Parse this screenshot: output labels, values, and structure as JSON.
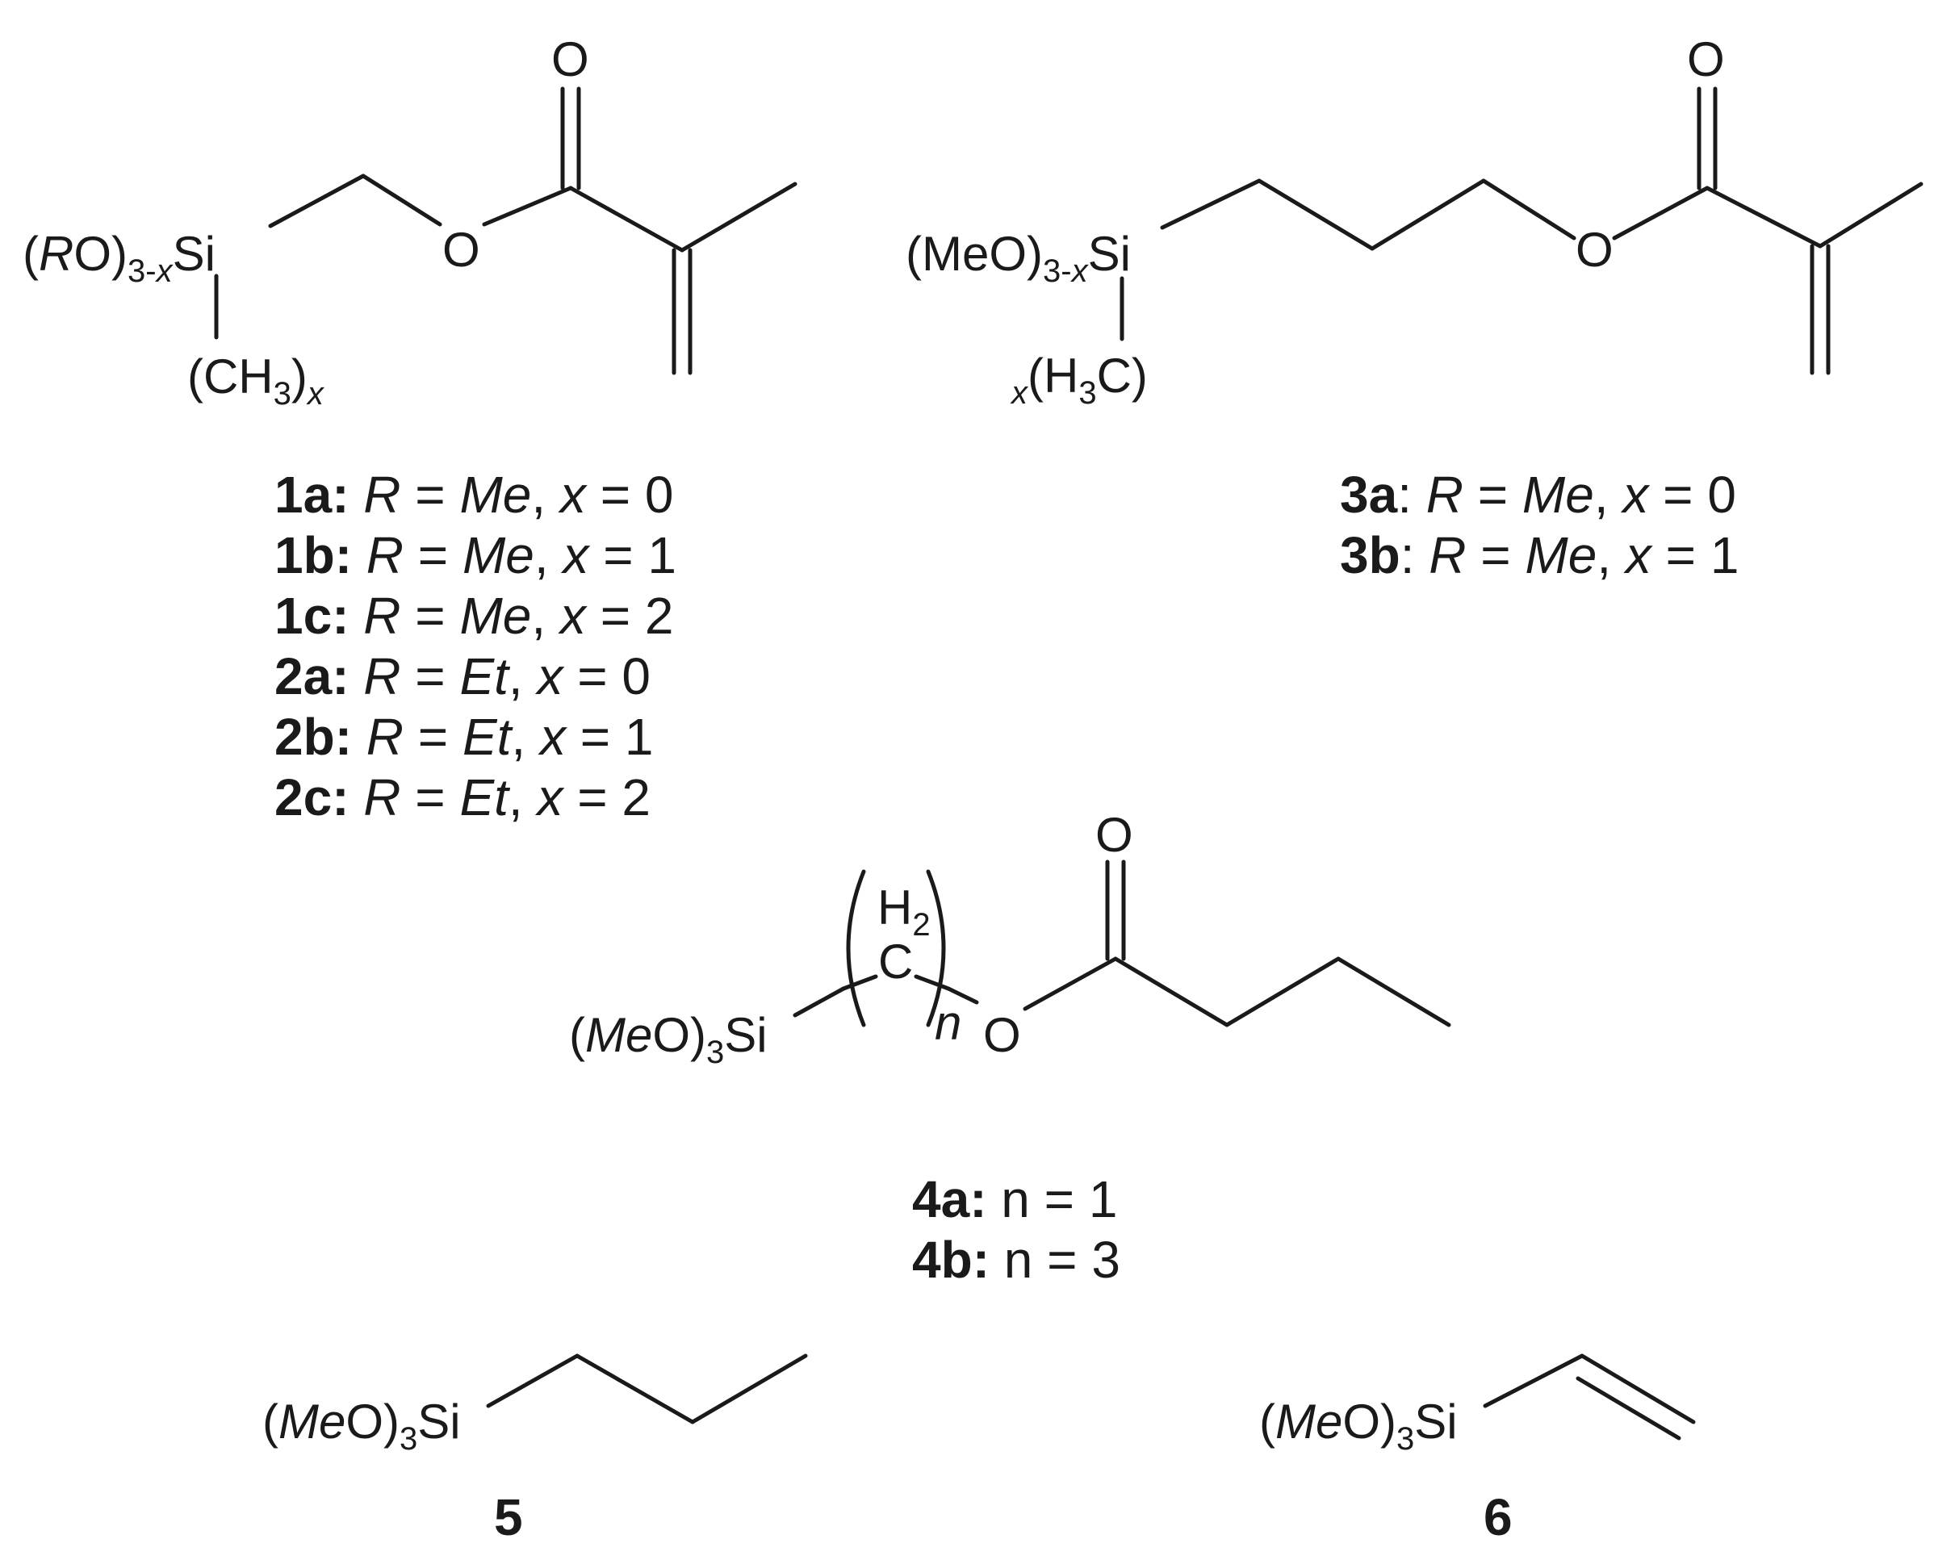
{
  "atoms": {
    "oxygen": "O",
    "silicon": "Si",
    "carbon": "C"
  },
  "cmpd1": {
    "lead": "(",
    "r": "R",
    "o_close": "O)",
    "sub_a": "3-",
    "sub_b": "x",
    "methyl_open": "(CH",
    "methyl_sub": "3",
    "methyl_close": ")",
    "methyl_x": "x"
  },
  "cmpd3": {
    "meo": "(MeO)",
    "sub_a": "3-",
    "sub_b": "x",
    "x_prefix": "x",
    "methyl_open": "(H",
    "methyl_sub": "3",
    "methyl_close": "C)"
  },
  "cmpd4": {
    "open": "(",
    "me": "Me",
    "o_close": "O)",
    "sub3": "3",
    "h2": "H",
    "h2_sub": "2",
    "n": "n"
  },
  "cmpd5": {
    "open": "(",
    "me": "Me",
    "o_close": "O)",
    "sub3": "3"
  },
  "cmpd6": {
    "open": "(",
    "me": "Me",
    "o_close": "O)",
    "sub3": "3"
  },
  "legend_1_2": [
    {
      "id": "1a:",
      "r": "R",
      "eq1": " = ",
      "rv": "Me",
      "sep": ", ",
      "x": "x",
      "eq2": " = ",
      "xv": "0"
    },
    {
      "id": "1b:",
      "r": "R",
      "eq1": " = ",
      "rv": "Me",
      "sep": ", ",
      "x": "x",
      "eq2": " = ",
      "xv": "1"
    },
    {
      "id": "1c:",
      "r": "R",
      "eq1": " = ",
      "rv": "Me",
      "sep": ", ",
      "x": "x",
      "eq2": " = ",
      "xv": "2"
    },
    {
      "id": "2a:",
      "r": "R",
      "eq1": " = ",
      "rv": "Et",
      "sep": ", ",
      "x": "x",
      "eq2": " = ",
      "xv": "0"
    },
    {
      "id": "2b:",
      "r": "R",
      "eq1": " = ",
      "rv": "Et",
      "sep": ", ",
      "x": "x",
      "eq2": " = ",
      "xv": "1"
    },
    {
      "id": "2c:",
      "r": "R",
      "eq1": " = ",
      "rv": "Et",
      "sep": ", ",
      "x": "x",
      "eq2": " = ",
      "xv": "2"
    }
  ],
  "legend_3": [
    {
      "id": "3a",
      "colon": ": ",
      "r": "R",
      "eq1": " = ",
      "rv": "Me",
      "sep": ", ",
      "x": "x",
      "eq2": " = ",
      "xv": "0"
    },
    {
      "id": "3b",
      "colon": ": ",
      "r": "R",
      "eq1": " = ",
      "rv": "Me",
      "sep": ", ",
      "x": "x",
      "eq2": " = ",
      "xv": "1"
    }
  ],
  "legend_4": [
    {
      "id": "4a:",
      "rest": " n = 1"
    },
    {
      "id": "4b:",
      "rest": " n = 3"
    }
  ],
  "label5": "5",
  "label6": "6"
}
